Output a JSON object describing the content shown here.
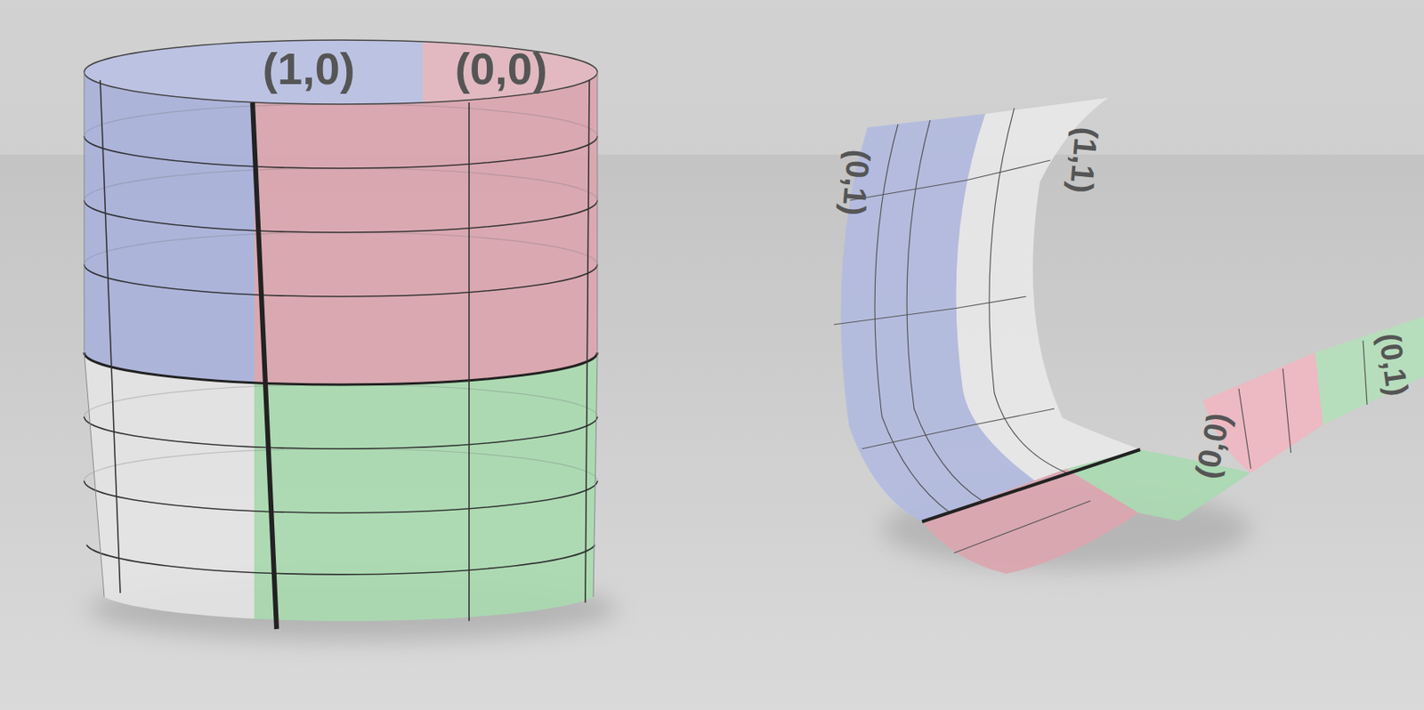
{
  "diagram": {
    "labels": [
      "(1,0)",
      "(0,0)",
      "(0,1)",
      "(1,1)",
      "(0,0)",
      "(0,1)"
    ]
  }
}
